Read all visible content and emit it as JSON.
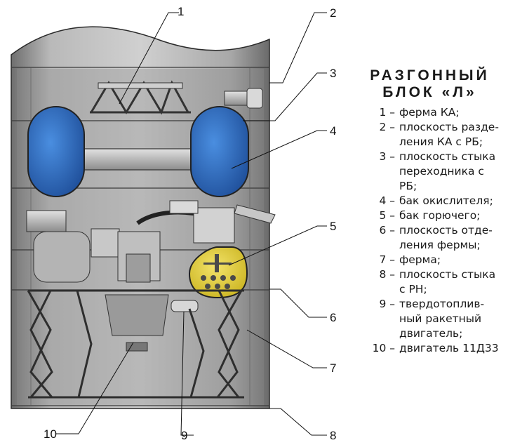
{
  "diagram": {
    "callouts": [
      "1",
      "2",
      "3",
      "4",
      "5",
      "6",
      "7",
      "8",
      "9",
      "10"
    ]
  },
  "legend": {
    "title_line1": "РАЗГОННЫЙ",
    "title_line2": "БЛОК «Л»",
    "items": [
      {
        "num": "1 –",
        "text": "ферма КА;"
      },
      {
        "num": "2 –",
        "text": "плоскость разде-ления КА с РБ;"
      },
      {
        "num": "3 –",
        "text": "плоскость стыка переходника с РБ;"
      },
      {
        "num": "4 –",
        "text": "бак окислителя;"
      },
      {
        "num": "5 –",
        "text": "бак горючего;"
      },
      {
        "num": "6 –",
        "text": "плоскость отде-ления фермы;"
      },
      {
        "num": "7 –",
        "text": "ферма;"
      },
      {
        "num": "8 –",
        "text": "плоскость стыка с РН;"
      },
      {
        "num": "9 –",
        "text": "твердотоплив-ный ракетный двигатель;"
      },
      {
        "num": "10 –",
        "text": "двигатель 11Д33"
      }
    ]
  },
  "colors": {
    "oxidizer_tank": "#2f6fc4",
    "fuel_tank": "#e6d33a",
    "body": "#9a9a9a",
    "outline": "#2a2a2a"
  }
}
